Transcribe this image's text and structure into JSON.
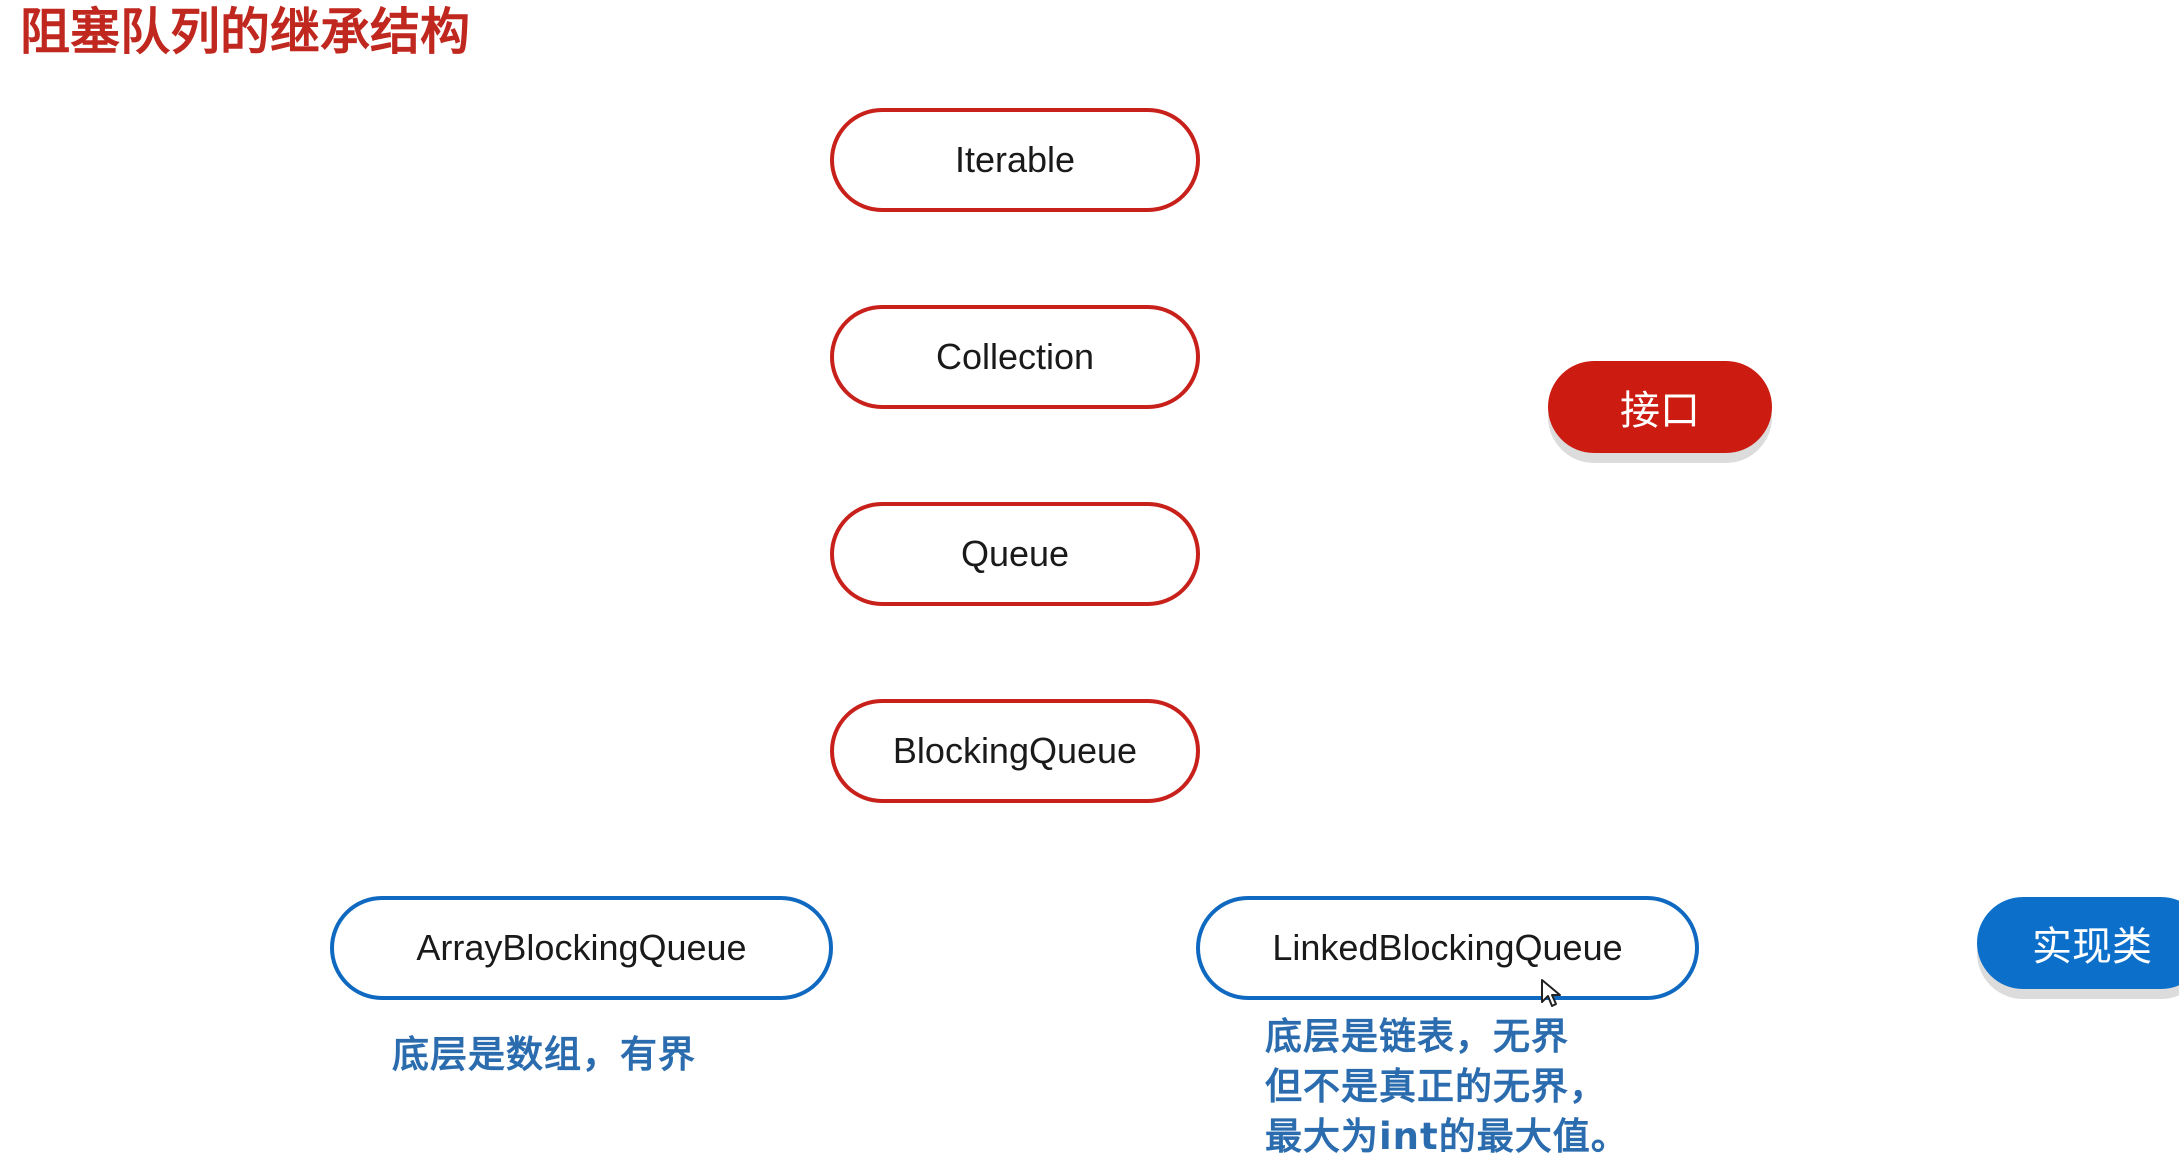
{
  "title": "阻塞队列的继承结构",
  "interfaces": [
    {
      "label": "Iterable"
    },
    {
      "label": "Collection"
    },
    {
      "label": "Queue"
    },
    {
      "label": "BlockingQueue"
    }
  ],
  "implementations": [
    {
      "label": "ArrayBlockingQueue",
      "note": [
        "底层是数组，有界"
      ]
    },
    {
      "label": "LinkedBlockingQueue",
      "note": [
        "底层是链表，无界",
        "但不是真正的无界，",
        "最大为int的最大值。"
      ]
    }
  ],
  "legend": {
    "interface_label": "接口",
    "implementation_label": "实现类"
  },
  "colors": {
    "interface": "#c8201a",
    "implementation": "#1069c1",
    "title": "#c0281f",
    "note": "#2b6cae"
  }
}
